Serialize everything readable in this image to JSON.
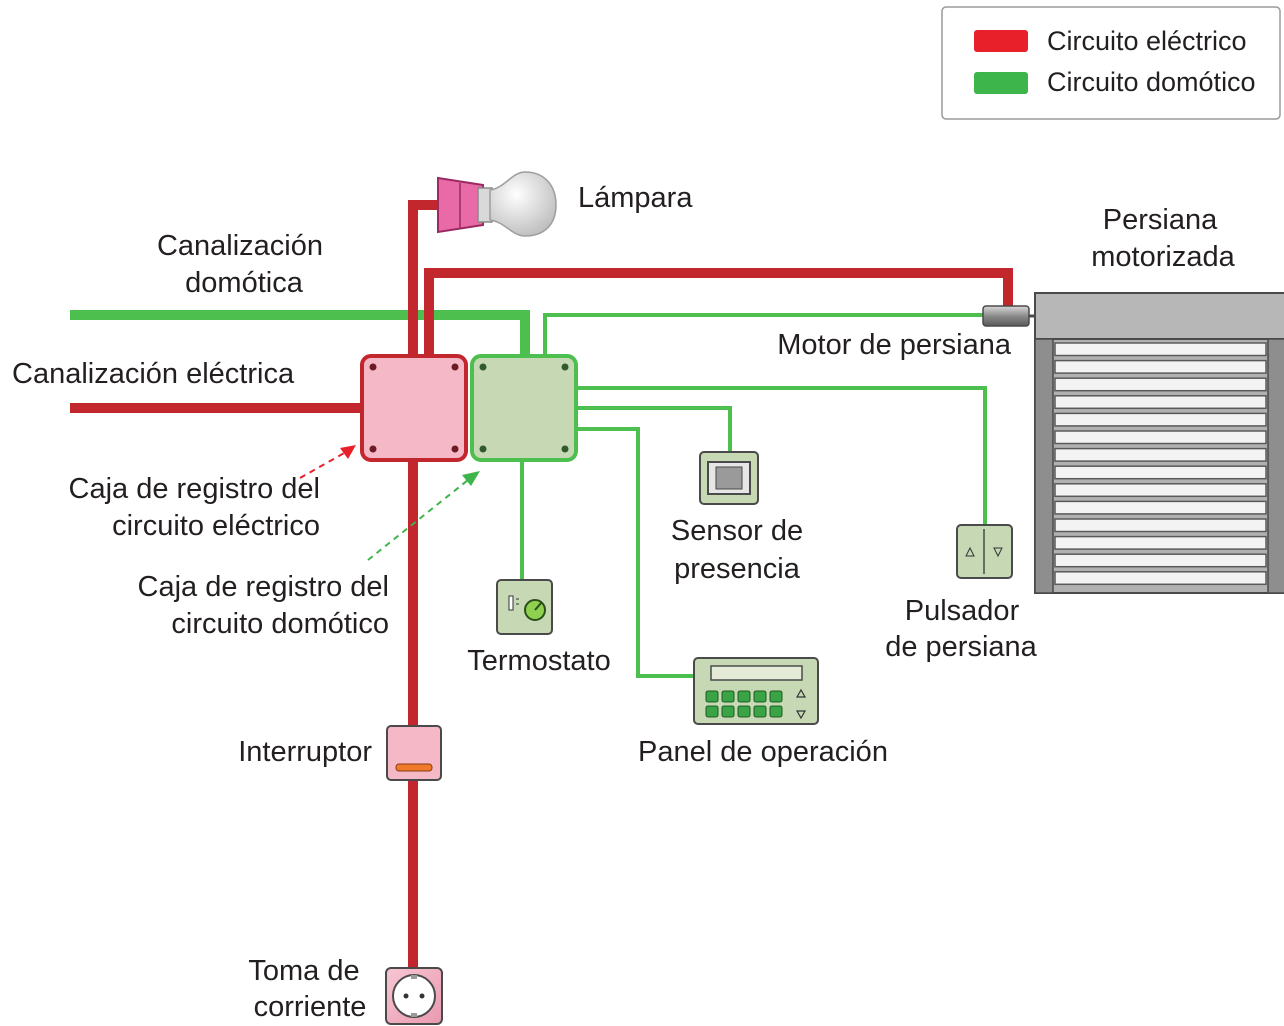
{
  "legend": {
    "items": [
      {
        "label": "Circuito eléctrico",
        "color": "#e8202a"
      },
      {
        "label": "Circuito domótico",
        "color": "#3db54a"
      }
    ]
  },
  "colors": {
    "electric_wire": "#c1272d",
    "domotic_wire": "#4cbf4f",
    "electric_box_fill": "#f5b8c6",
    "domotic_box_fill": "#c6d8b4"
  },
  "labels": {
    "lampara": "Lámpara",
    "persiana_1": "Persiana",
    "persiana_2": "motorizada",
    "canal_domotica_1": "Canalización",
    "canal_domotica_2": "domótica",
    "canal_electrica": "Canalización eléctrica",
    "motor": "Motor de persiana",
    "caja_electrica_1": "Caja de registro del",
    "caja_electrica_2": "circuito eléctrico",
    "caja_domotica_1": "Caja de registro del",
    "caja_domotica_2": "circuito domótico",
    "sensor_1": "Sensor de",
    "sensor_2": "presencia",
    "pulsador_1": "Pulsador",
    "pulsador_2": "de persiana",
    "termostato": "Termostato",
    "panel": "Panel de operación",
    "interruptor": "Interruptor",
    "toma_1": "Toma de",
    "toma_2": "corriente"
  },
  "icons": {
    "lamp": "light-bulb-icon",
    "motor": "motor-icon",
    "sensor": "presence-sensor-icon",
    "pulsador": "blind-button-icon",
    "termostato": "thermostat-icon",
    "panel": "control-panel-icon",
    "interruptor": "switch-icon",
    "toma": "socket-icon"
  }
}
